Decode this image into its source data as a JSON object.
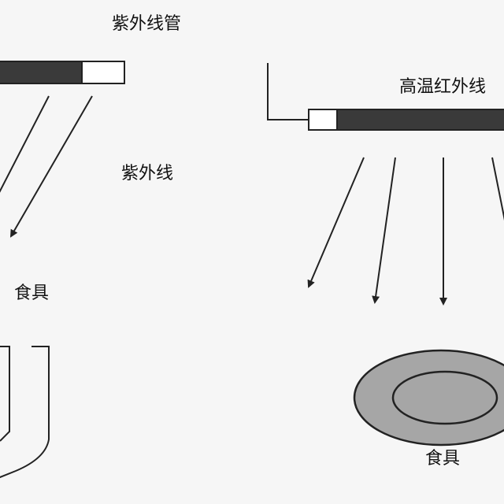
{
  "labels": {
    "uv_tube": "紫外线管",
    "uv_rays": "紫外线",
    "uv_tableware": "食具",
    "ir_tube": "高温红外线",
    "ir_tableware": "食具"
  },
  "colors": {
    "background": "#f6f6f6",
    "stroke": "#222222",
    "tube_dark": "#3a3a3a",
    "plate_fill": "#a6a6a6"
  }
}
